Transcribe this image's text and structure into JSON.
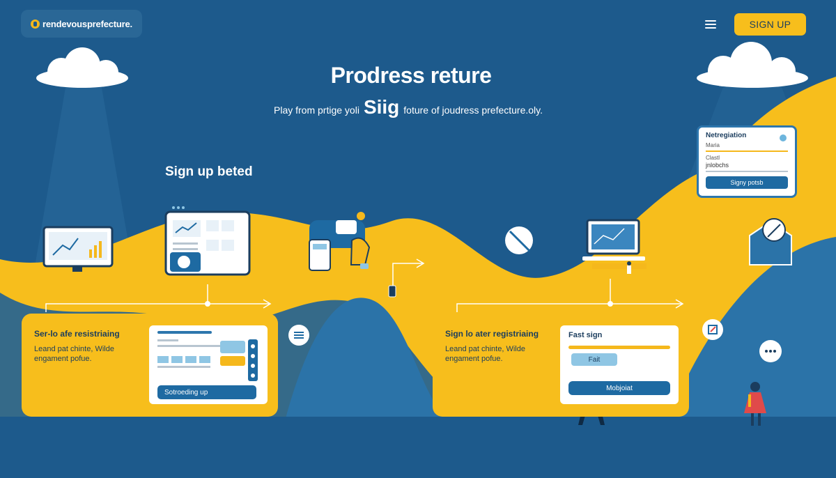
{
  "header": {
    "logo_text": "rendevousprefecture.",
    "signup_label": "SIGN UP",
    "menu_icon": "hamburger-menu-icon"
  },
  "hero": {
    "title": "Prodress reture",
    "subtitle_left": "Play from prtige yoli",
    "subtitle_big": "Siig",
    "subtitle_right": "foture of joudress prefecture.oly."
  },
  "section_heading": "Sign up beted",
  "registration_form": {
    "title": "Netregiation",
    "field1_label": "Maria",
    "field2_label": "Clastl",
    "field2_value": "jnlobchs",
    "button_label": "Signy potsb"
  },
  "steps": [
    {
      "title": "Ser-lo afe resistriaing",
      "description": "Leand pat chinte, Wilde engament pofue.",
      "mock_button": "Sotroeding up"
    },
    {
      "title": "Sign lo ater registriaing",
      "description": "Leand pat chinte, Wilde engament pofue.",
      "mock_title": "Fast sign",
      "mock_chip": "Fait",
      "mock_button": "Mobjoiat"
    }
  ],
  "colors": {
    "background": "#1d5a8c",
    "accent_yellow": "#f7be1c",
    "primary_blue": "#1e6aa2",
    "dark_text": "#1b3d5e"
  }
}
